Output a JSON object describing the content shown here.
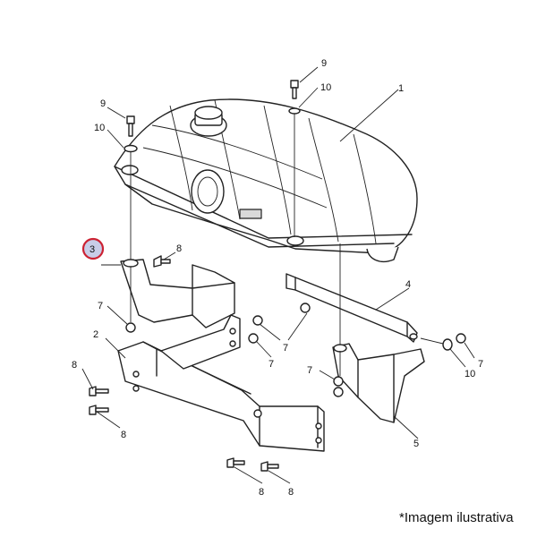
{
  "diagram": {
    "callouts": {
      "c1": "1",
      "c2": "2",
      "c3": "3",
      "c4": "4",
      "c5": "5",
      "c7": "7",
      "c8": "8",
      "c9": "9",
      "c10": "10"
    },
    "highlight_color": "#cc2233",
    "highlight_fill": "#c8cde8"
  },
  "footer": {
    "note": "*Imagem ilustrativa"
  }
}
